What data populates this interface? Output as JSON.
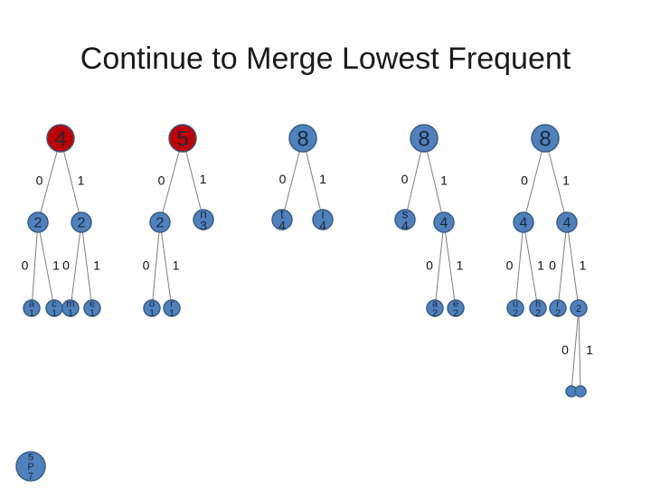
{
  "title": "Continue to Merge Lowest Frequent",
  "colors": {
    "red_node": "#c00000",
    "blue_node": "#4f81bd",
    "node_border": "#385d8a",
    "edge": "#7f7f7f"
  },
  "trees": [
    {
      "root": "4",
      "root_color": "red",
      "children": [
        {
          "label": "0",
          "text": "2",
          "children": [
            {
              "label": "0",
              "lines": [
                "a",
                "1"
              ]
            },
            {
              "label": "1",
              "lines": [
                "c",
                "1"
              ]
            }
          ]
        },
        {
          "label": "1",
          "text": "2",
          "children": [
            {
              "label": "0",
              "lines": [
                "m",
                "1"
              ]
            },
            {
              "label": "1",
              "lines": [
                "e",
                "1"
              ]
            }
          ]
        }
      ]
    },
    {
      "root": "5",
      "root_color": "red",
      "children": [
        {
          "label": "0",
          "text": "2",
          "children": [
            {
              "label": "0",
              "lines": [
                "o",
                "1"
              ]
            },
            {
              "label": "1",
              "lines": [
                "r",
                "1"
              ]
            }
          ]
        },
        {
          "label": "1",
          "lines": [
            "n",
            "3"
          ]
        }
      ]
    },
    {
      "root": "8",
      "root_color": "blue",
      "children": [
        {
          "label": "0",
          "lines": [
            "t",
            "4"
          ]
        },
        {
          "label": "1",
          "lines": [
            "i",
            "4"
          ]
        }
      ]
    },
    {
      "root": "8",
      "root_color": "blue",
      "children": [
        {
          "label": "0",
          "lines": [
            "s",
            "4"
          ]
        },
        {
          "label": "1",
          "text": "4",
          "children": [
            {
              "label": "0",
              "lines": [
                "a",
                "2"
              ]
            },
            {
              "label": "1",
              "lines": [
                "e",
                "2"
              ]
            }
          ]
        }
      ]
    },
    {
      "root": "8",
      "root_color": "blue",
      "children": [
        {
          "label": "0",
          "text": "4",
          "children": [
            {
              "label": "0",
              "lines": [
                "u",
                "2"
              ]
            },
            {
              "label": "1",
              "lines": [
                "h",
                "2"
              ]
            }
          ]
        },
        {
          "label": "1",
          "text": "4",
          "children": [
            {
              "label": "0",
              "lines": [
                "r",
                "2"
              ]
            },
            {
              "label": "1",
              "text": "2",
              "children": [
                {
                  "label": "0",
                  "lines": [
                    "",
                    ""
                  ]
                },
                {
                  "label": "1",
                  "lines": [
                    "",
                    ""
                  ]
                }
              ]
            }
          ]
        }
      ]
    }
  ],
  "corner_node": {
    "lines": [
      "5",
      "P",
      "7"
    ]
  }
}
